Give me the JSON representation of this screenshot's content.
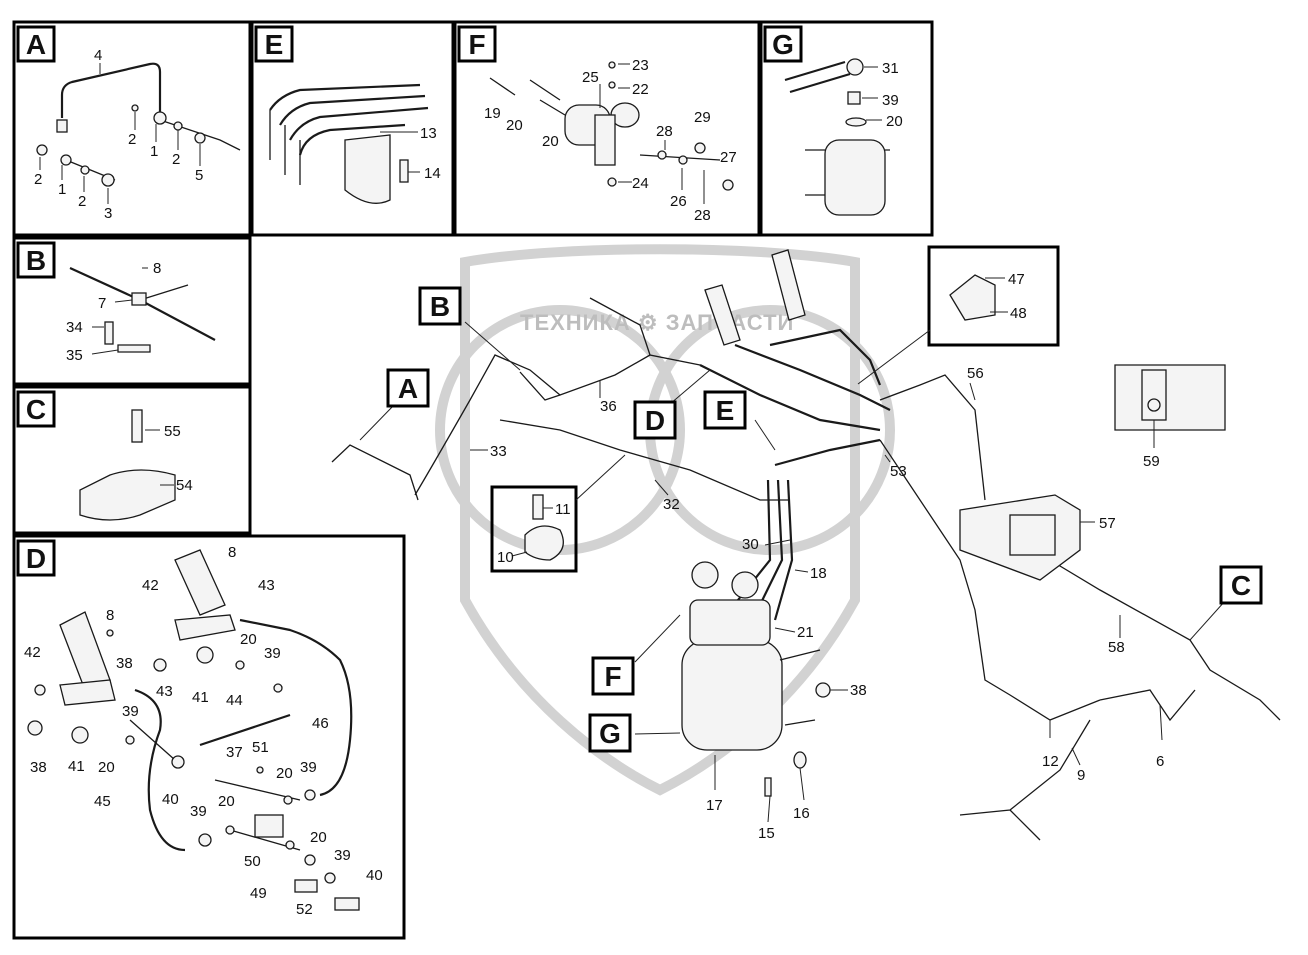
{
  "watermark": {
    "text": "ТЕХНИКА ⚙ ЗАПЧАСТИ"
  },
  "panels": [
    {
      "letter": "A",
      "callouts": [
        "4",
        "2",
        "1",
        "2",
        "5",
        "2",
        "1",
        "2",
        "3"
      ]
    },
    {
      "letter": "B",
      "callouts": [
        "8",
        "7",
        "34",
        "35"
      ]
    },
    {
      "letter": "C",
      "callouts": [
        "55",
        "54"
      ]
    },
    {
      "letter": "D",
      "callouts": [
        "8",
        "42",
        "43",
        "8",
        "42",
        "38",
        "20",
        "39",
        "41",
        "43",
        "44",
        "46",
        "39",
        "38",
        "41",
        "20",
        "37",
        "51",
        "40",
        "20",
        "39",
        "45",
        "39",
        "20",
        "20",
        "39",
        "50",
        "40",
        "49",
        "52"
      ]
    },
    {
      "letter": "E",
      "callouts": [
        "13",
        "14"
      ]
    },
    {
      "letter": "F",
      "callouts": [
        "23",
        "25",
        "22",
        "19",
        "20",
        "20",
        "29",
        "28",
        "27",
        "24",
        "26",
        "28"
      ]
    },
    {
      "letter": "G",
      "callouts": [
        "31",
        "39",
        "20"
      ]
    }
  ],
  "main": {
    "view_markers": [
      "A",
      "B",
      "C",
      "D",
      "E",
      "F",
      "G"
    ],
    "detail_box_callouts": [
      "11",
      "10"
    ],
    "callouts": [
      "47",
      "48",
      "56",
      "36",
      "33",
      "32",
      "53",
      "59",
      "57",
      "30",
      "18",
      "21",
      "58",
      "38",
      "12",
      "6",
      "9",
      "17",
      "16",
      "15"
    ]
  }
}
